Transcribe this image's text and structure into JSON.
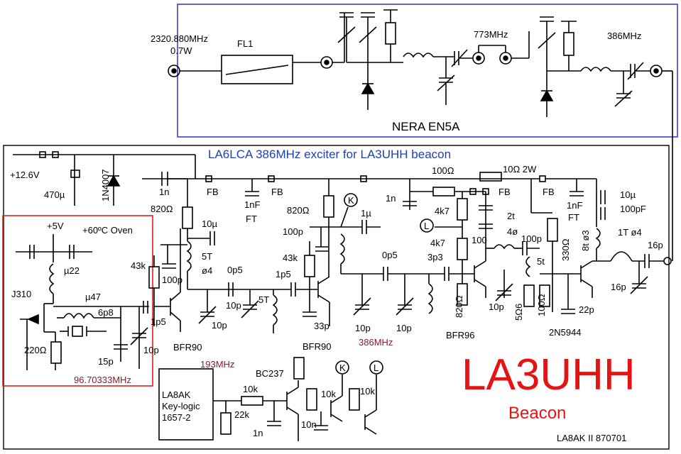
{
  "labels": {
    "in_freq": "2320.880MHz",
    "in_power": "0.7W",
    "fl1": "FL1",
    "f773": "773MHz",
    "f386_out": "386MHz",
    "nera": "NERA EN5A",
    "exciter_title": "LA6LCA 386MHz exciter for LA3UHH beacon",
    "supply": "+12.6V",
    "c470": "470µ",
    "d1n4007": "1N4007",
    "c1n_a": "1n",
    "fb1": "FB",
    "c1nf_ft_a": "1nF",
    "ft_a": "FT",
    "fb2": "FB",
    "r820_a": "820Ω",
    "c10u_a": "10µ",
    "p5v": "+5V",
    "oven": "+60ºC Oven",
    "l_u22": "µ22",
    "j310": "J310",
    "l_u47": "µ47",
    "c6p8": "6p8",
    "r43k_a": "43k",
    "c100p_a": "100p",
    "l5t_a": "5T",
    "ld4_a": "ø4",
    "c0p5_a": "0p5",
    "c10p_a": "10p",
    "l5t_b": "5T",
    "c10p_b": "10p",
    "c1p5_b": "1p5",
    "r220": "220Ω",
    "c15p": "15p",
    "c10p_osc": "10p",
    "c1p5_a": "1p5",
    "bfr90_a": "BFR90",
    "xtal": "96.70333MHz",
    "r820_b": "820Ω",
    "k_a": "K",
    "c1u": "1µ",
    "c100p_b": "100p",
    "r43k_b": "43k",
    "c0p5_b": "0p5",
    "c33p": "33p",
    "bfr90_b": "BFR90",
    "c10p_c": "10p",
    "c10p_d": "10p",
    "f386_mid": "386MHz",
    "c1n_b": "1n",
    "r100": "100Ω",
    "r10_2w": "10Ω 2W",
    "fb3": "FB",
    "fb4": "FB",
    "c1nf_ft_b": "1nF",
    "ft_b": "FT",
    "c10u_b": "10µ",
    "c100pf": "100pF",
    "r4k7_a": "4k7",
    "l_a": "L",
    "r4k7_b": "4k7",
    "l2t": "2t",
    "ld4_b": "4ø",
    "c100_c": "100",
    "c100p_c": "100p",
    "r330": "330Ω",
    "l8t": "8t ø3",
    "l1t": "1T ø4",
    "c16p_a": "16p",
    "c3p3": "3p3",
    "r820_c": "820Ω",
    "bfr96": "BFR96",
    "c10p_e": "10p",
    "l5t_c": "5t",
    "r5o6": "5Ω6",
    "r100_b": "100Ω",
    "c22p": "22p",
    "c16p_b": "16p",
    "n2n5944": "2N5944",
    "f193": "193MHz",
    "bc237": "BC237",
    "keylogic_1": "LA8AK",
    "keylogic_2": "Key-logic",
    "keylogic_3": "1657-2",
    "r10k_a": "10k",
    "r22k": "22k",
    "c1n_c": "1n",
    "r10k_b": "10k",
    "c10n": "10n",
    "k_b": "K",
    "l_b": "L",
    "r10k_c": "10k",
    "la3uhh": "LA3UHH",
    "beacon": "Beacon",
    "credit": "LA8AK II 870701"
  },
  "colors": {
    "nera_frame": "#3f3fc6",
    "oven_frame": "#e02020",
    "title_blue": "#1f3fb4",
    "freq_darkred": "#8b1a2b",
    "callsign_red": "#e41414"
  }
}
